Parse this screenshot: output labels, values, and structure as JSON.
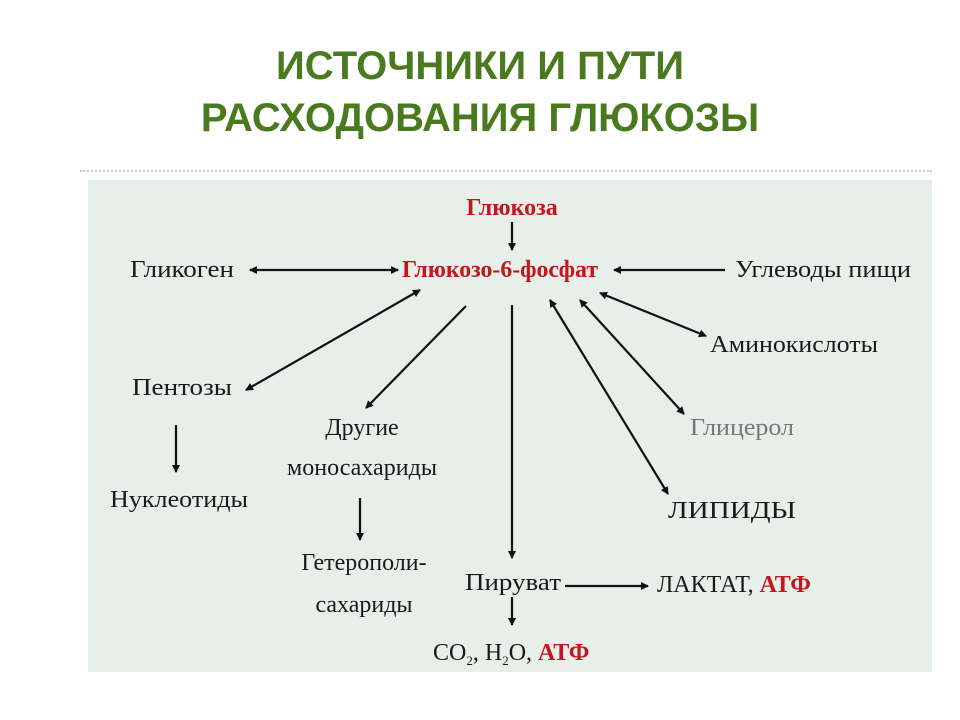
{
  "title": {
    "line1": "ИСТОЧНИКИ И ПУТИ",
    "line2": "РАСХОДОВАНИЯ ГЛЮКОЗЫ"
  },
  "diagram": {
    "glucose": "Глюкоза",
    "g6p": "Глюкозо-6-фосфат",
    "glycogen": "Гликоген",
    "food_carbs": "Углеводы пищи",
    "amino_acids": "Аминокислоты",
    "pentoses": "Пентозы",
    "other_mono_1": "Другие",
    "other_mono_2": "моносахариды",
    "glycerol": "Глицерол",
    "nucleotides": "Нуклеотиды",
    "lipids": "ЛИПИДЫ",
    "heteropoly_1": "Гетерополи-",
    "heteropoly_2": "сахариды",
    "pyruvate": "Пируват",
    "lactate": "ЛАКТАТ, ",
    "lactate_atp": "АТФ",
    "co2_a": "CO",
    "co2_sub": "2",
    "co2_b": ", H",
    "h2o_sub": "2",
    "co2_c": "O, ",
    "co2_atp": "АТФ"
  },
  "colors": {
    "title": "#4a7a1e",
    "highlight": "#c4161c",
    "panel": "#e6efe9"
  }
}
